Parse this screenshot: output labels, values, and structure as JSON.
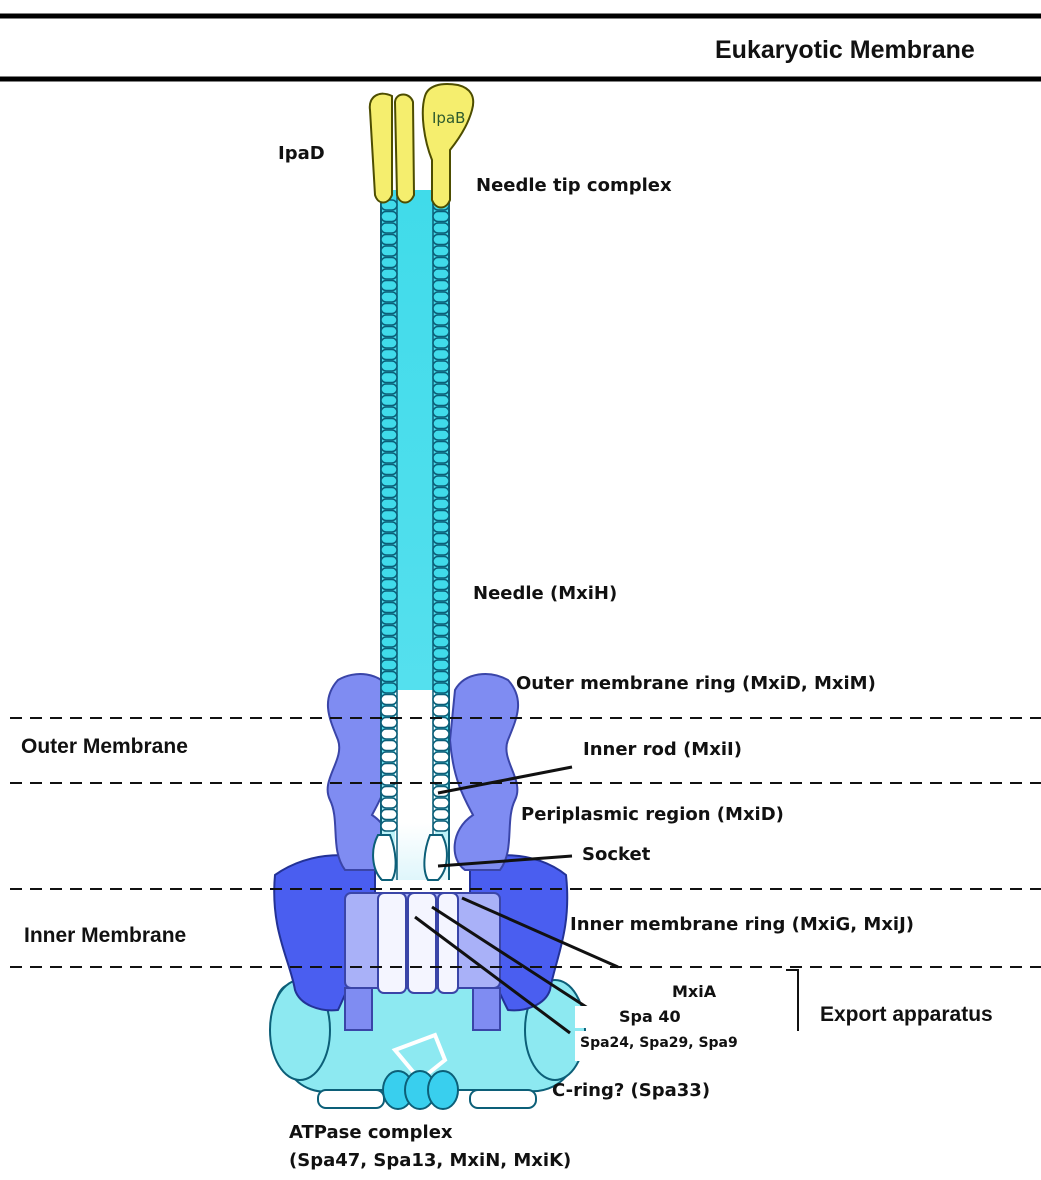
{
  "labels": {
    "eukaryotic_membrane": "Eukaryotic Membrane",
    "ipad": "IpaD",
    "ipab": "IpaB",
    "needle_tip_complex": "Needle tip complex",
    "needle": "Needle (MxiH)",
    "outer_membrane_ring": "Outer membrane ring (MxiD, MxiM)",
    "outer_membrane": "Outer Membrane",
    "inner_rod": "Inner rod (MxiI)",
    "periplasmic_region": "Periplasmic region (MxiD)",
    "socket": "Socket",
    "inner_membrane": "Inner Membrane",
    "inner_membrane_ring": "Inner membrane ring (MxiG, MxiJ)",
    "mxia": "MxiA",
    "spa40": "Spa 40",
    "spa24_29_9": "Spa24, Spa29, Spa9",
    "export_apparatus": "Export apparatus",
    "c_ring": "C-ring? (Spa33)",
    "atpase_line1": "ATPase complex",
    "atpase_line2": "(Spa47, Spa13, MxiN, MxiK)"
  },
  "colors": {
    "tip_yellow": "#f5ee6e",
    "needle_cyan": "#40dbea",
    "ring_lavender": "#7f8cf2",
    "inner_ring_blue": "#4a5ef0",
    "export_pale": "#a9b1f8",
    "cytoplasm_cyan": "#8de9f1",
    "membrane_line": "#000000"
  }
}
